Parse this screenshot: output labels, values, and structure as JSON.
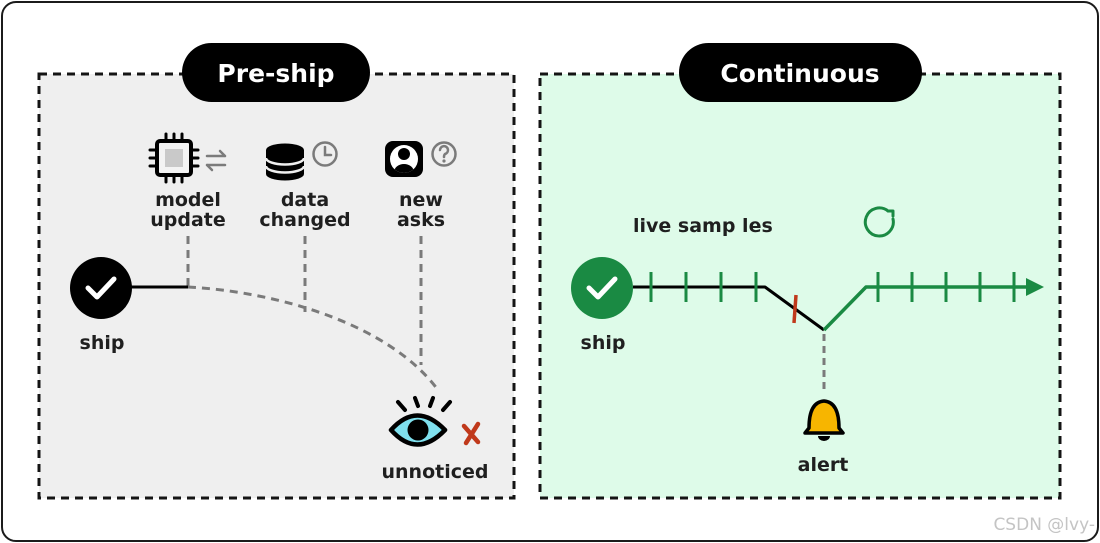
{
  "left_panel": {
    "title": "Pre-ship",
    "labels": {
      "model_line1": "model",
      "model_line2": "update",
      "data_line1": "data",
      "data_line2": "changed",
      "new_line1": "new",
      "new_line2": "asks",
      "ship": "ship",
      "unnoticed": "unnoticed"
    },
    "icons": [
      "chip-icon",
      "swap-arrows-icon",
      "database-icon",
      "clock-icon",
      "user-icon",
      "question-icon",
      "check-icon",
      "eye-icon",
      "cross-icon"
    ]
  },
  "right_panel": {
    "title": "Continuous",
    "labels": {
      "live_samples": "live samp les",
      "ship": "ship",
      "alert": "alert"
    },
    "icons": [
      "refresh-icon",
      "check-icon",
      "bell-icon",
      "arrow-right-icon"
    ]
  },
  "watermark": "CSDN @lvy-",
  "colors": {
    "left_bg": "#efefef",
    "right_bg": "#defbe9",
    "green": "#1a8a43",
    "red_mark": "#c0391b",
    "eye_blue": "#7fe0ee",
    "bell_yellow": "#f7b500",
    "dark": "#000000"
  }
}
